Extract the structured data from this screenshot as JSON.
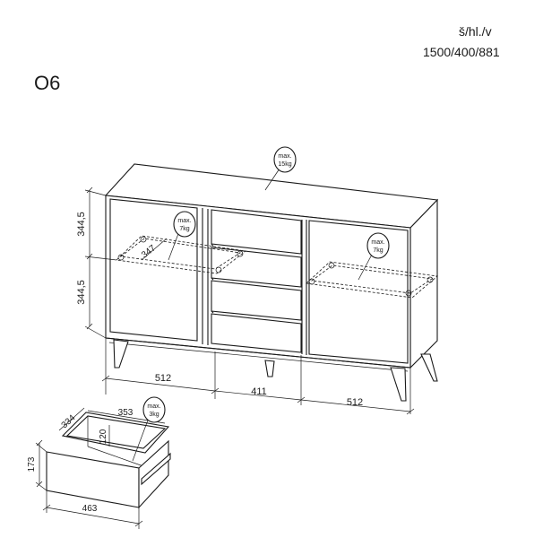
{
  "model": "O6",
  "dims_header": "š/hl./v",
  "dims_values": "1500/400/881",
  "loads": {
    "top": {
      "line1": "max.",
      "line2": "15kg"
    },
    "shelf_left": {
      "line1": "max.",
      "line2": "7kg"
    },
    "shelf_right": {
      "line1": "max.",
      "line2": "7kg"
    },
    "drawer": {
      "line1": "max.",
      "line2": "3kg"
    }
  },
  "dimensions": {
    "height_upper": "344,5",
    "height_lower": "344,5",
    "shelf_depth": "347",
    "width_left": "512",
    "width_mid": "411",
    "width_right": "512",
    "drawer_depth": "334",
    "drawer_inner_width": "353",
    "drawer_inner_height": "120",
    "drawer_height": "173",
    "drawer_width": "463"
  }
}
